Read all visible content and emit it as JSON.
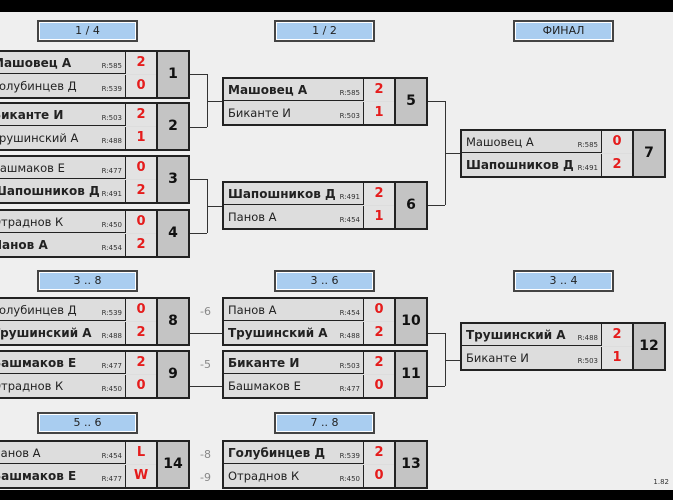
{
  "headers": {
    "h14": "1 / 4",
    "h12": "1 / 2",
    "final": "ФИНАЛ",
    "h38": "3 .. 8",
    "h36": "3 .. 6",
    "h34": "3 .. 4",
    "h56": "5 .. 6",
    "h78": "7 .. 8"
  },
  "matches": [
    {
      "num": "1",
      "p": [
        {
          "name": "Машовец А",
          "rating": "R:585",
          "score": "2",
          "win": true
        },
        {
          "name": "Голубинцев Д",
          "rating": "R:539",
          "score": "0",
          "win": false
        }
      ]
    },
    {
      "num": "2",
      "p": [
        {
          "name": "Биканте И",
          "rating": "R:503",
          "score": "2",
          "win": true
        },
        {
          "name": "Трушинский А",
          "rating": "R:488",
          "score": "1",
          "win": false
        }
      ]
    },
    {
      "num": "3",
      "p": [
        {
          "name": "Башмаков Е",
          "rating": "R:477",
          "score": "0",
          "win": false
        },
        {
          "name": "Шапошников Д",
          "rating": "R:491",
          "score": "2",
          "win": true
        }
      ]
    },
    {
      "num": "4",
      "p": [
        {
          "name": "Отраднов К",
          "rating": "R:450",
          "score": "0",
          "win": false
        },
        {
          "name": "Панов А",
          "rating": "R:454",
          "score": "2",
          "win": true
        }
      ]
    },
    {
      "num": "5",
      "p": [
        {
          "name": "Машовец А",
          "rating": "R:585",
          "score": "2",
          "win": true
        },
        {
          "name": "Биканте И",
          "rating": "R:503",
          "score": "1",
          "win": false
        }
      ]
    },
    {
      "num": "6",
      "p": [
        {
          "name": "Шапошников Д",
          "rating": "R:491",
          "score": "2",
          "win": true
        },
        {
          "name": "Панов А",
          "rating": "R:454",
          "score": "1",
          "win": false
        }
      ]
    },
    {
      "num": "7",
      "p": [
        {
          "name": "Машовец А",
          "rating": "R:585",
          "score": "0",
          "win": false
        },
        {
          "name": "Шапошников Д",
          "rating": "R:491",
          "score": "2",
          "win": true
        }
      ]
    },
    {
      "num": "8",
      "p": [
        {
          "name": "Голубинцев Д",
          "rating": "R:539",
          "score": "0",
          "win": false
        },
        {
          "name": "Трушинский А",
          "rating": "R:488",
          "score": "2",
          "win": true
        }
      ]
    },
    {
      "num": "9",
      "p": [
        {
          "name": "Башмаков Е",
          "rating": "R:477",
          "score": "2",
          "win": true
        },
        {
          "name": "Отраднов К",
          "rating": "R:450",
          "score": "0",
          "win": false
        }
      ]
    },
    {
      "num": "10",
      "p": [
        {
          "name": "Панов А",
          "rating": "R:454",
          "score": "0",
          "win": false
        },
        {
          "name": "Трушинский А",
          "rating": "R:488",
          "score": "2",
          "win": true
        }
      ]
    },
    {
      "num": "11",
      "p": [
        {
          "name": "Биканте И",
          "rating": "R:503",
          "score": "2",
          "win": true
        },
        {
          "name": "Башмаков Е",
          "rating": "R:477",
          "score": "0",
          "win": false
        }
      ]
    },
    {
      "num": "12",
      "p": [
        {
          "name": "Трушинский А",
          "rating": "R:488",
          "score": "2",
          "win": true
        },
        {
          "name": "Биканте И",
          "rating": "R:503",
          "score": "1",
          "win": false
        }
      ]
    },
    {
      "num": "13",
      "p": [
        {
          "name": "Голубинцев Д",
          "rating": "R:539",
          "score": "2",
          "win": true
        },
        {
          "name": "Отраднов К",
          "rating": "R:450",
          "score": "0",
          "win": false
        }
      ]
    },
    {
      "num": "14",
      "p": [
        {
          "name": "Панов А",
          "rating": "R:454",
          "score": "L",
          "win": false
        },
        {
          "name": "Башмаков Е",
          "rating": "R:477",
          "score": "W",
          "win": true
        }
      ]
    }
  ],
  "seeds": {
    "m10a": "-6",
    "m11a": "-5",
    "m13a": "-8",
    "m13b": "-9"
  },
  "version": "1.82"
}
